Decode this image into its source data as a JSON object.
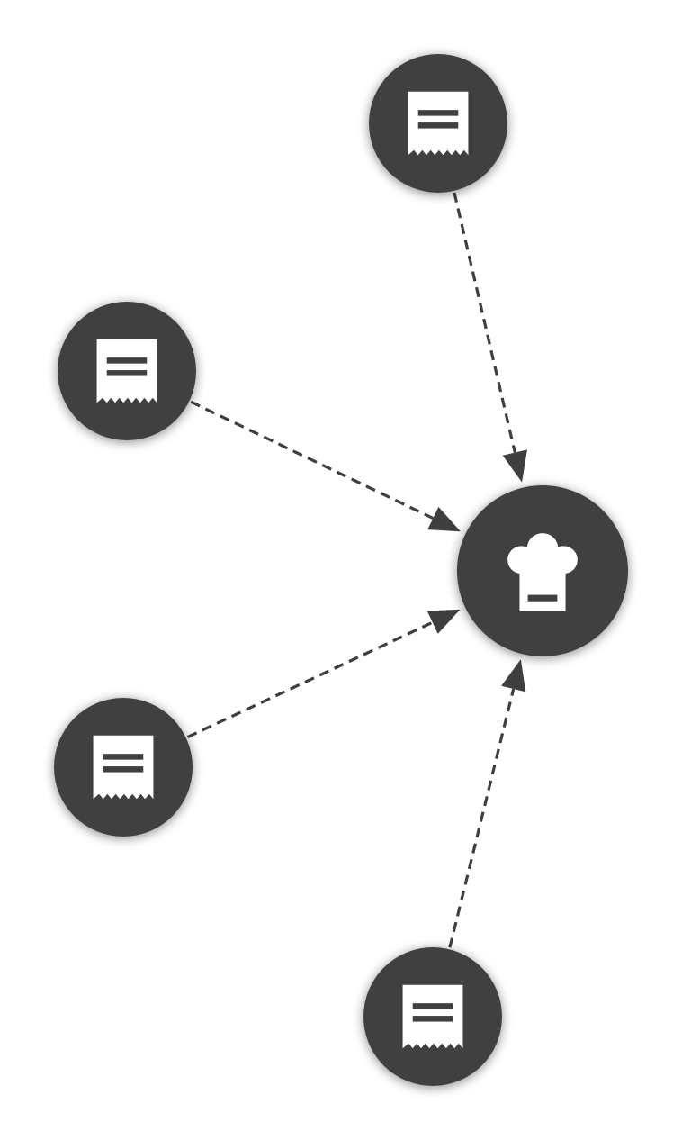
{
  "diagram": {
    "type": "hub-and-spoke",
    "hub": {
      "icon": "chef-hat-icon"
    },
    "spokes": [
      {
        "icon": "receipt-icon",
        "direction": "to-hub"
      },
      {
        "icon": "receipt-icon",
        "direction": "to-hub"
      },
      {
        "icon": "receipt-icon",
        "direction": "to-hub"
      },
      {
        "icon": "receipt-icon",
        "direction": "to-hub"
      }
    ],
    "edge_style": "dashed-arrow",
    "colors": {
      "node_fill": "#414141",
      "icon": "#ffffff",
      "edge": "#3f3f3f",
      "background": "#ffffff"
    }
  }
}
